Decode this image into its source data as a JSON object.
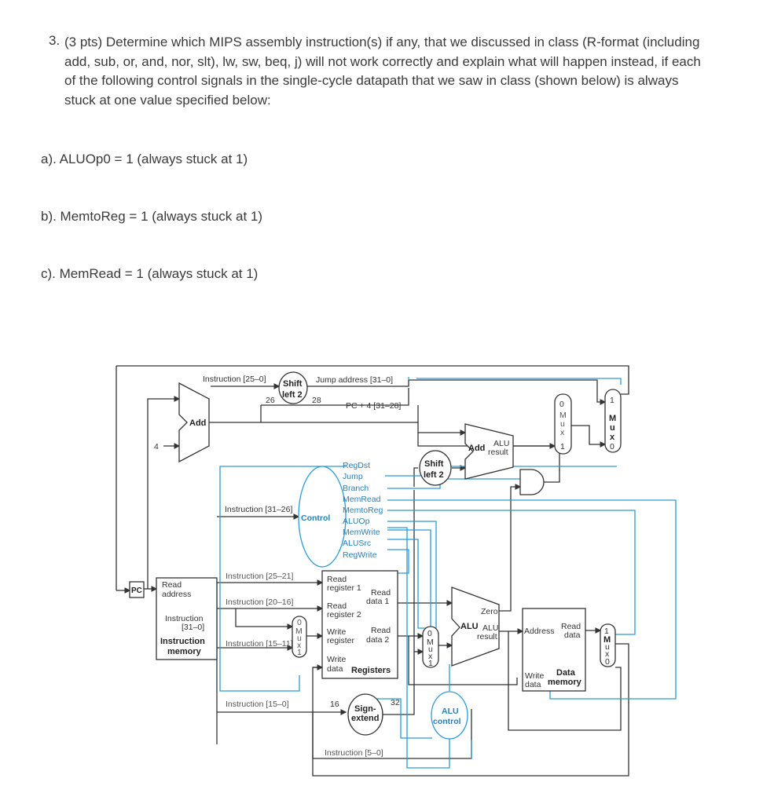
{
  "question": {
    "number": "3.",
    "text": "(3 pts) Determine which MIPS assembly instruction(s) if any, that we discussed in class (R-format (including add, sub, or, and, nor, slt), lw, sw, beq, j) will not work correctly and explain what will happen instead, if each of the following control signals in the single-cycle datapath that we saw in class (shown below) is always stuck at one value specified below:"
  },
  "parts": [
    {
      "label": "a). ALUOp0 = 1 (always stuck at 1)"
    },
    {
      "label": "b). MemtoReg = 1 (always stuck at 1)"
    },
    {
      "label": "c). MemRead = 1 (always stuck at 1)"
    }
  ],
  "diagram": {
    "instr_25_0": "Instruction [25–0]",
    "shift_left2_top": "Shift",
    "shift_left2_bot": "left 2",
    "n26": "26",
    "n28": "28",
    "jump_address": "Jump address [31–0]",
    "pc4": "PC + 4 [31–28]",
    "add": "Add",
    "four": "4",
    "add_alu": "Add",
    "alu_result_top": "ALU",
    "alu_result_bot": "result",
    "shift2_top": "Shift",
    "shift2_bot": "left 2",
    "control_signals": [
      "RegDst",
      "Jump",
      "Branch",
      "MemRead",
      "MemtoReg",
      "ALUOp",
      "MemWrite",
      "ALUSrc",
      "RegWrite"
    ],
    "control": "Control",
    "instr_31_26": "Instruction [31–26]",
    "pc": "PC",
    "read_address_1": "Read",
    "read_address_2": "address",
    "instruction_31_0_a": "Instruction",
    "instruction_31_0_b": "[31–0]",
    "imem_a": "Instruction",
    "imem_b": "memory",
    "instr_25_21": "Instruction [25–21]",
    "instr_20_16": "Instruction [20–16]",
    "instr_15_11": "Instruction [15–11]",
    "instr_15_0": "Instruction [15–0]",
    "instr_5_0": "Instruction [5–0]",
    "reg_read1_a": "Read",
    "reg_read1_b": "register 1",
    "reg_read2_a": "Read",
    "reg_read2_b": "register 2",
    "reg_write_a": "Write",
    "reg_write_b": "register",
    "reg_wdata_a": "Write",
    "reg_wdata_b": "data",
    "registers": "Registers",
    "read_data1_a": "Read",
    "read_data1_b": "data 1",
    "read_data2_a": "Read",
    "read_data2_b": "data 2",
    "n16": "16",
    "n32": "32",
    "sign_a": "Sign-",
    "sign_b": "extend",
    "alu_control_a": "ALU",
    "alu_control_b": "control",
    "zero": "Zero",
    "alu": "ALU",
    "alu_res_a": "ALU",
    "alu_res_b": "result",
    "address": "Address",
    "dm_read_a": "Read",
    "dm_read_b": "data",
    "dm_write_a": "Write",
    "dm_write_b": "data",
    "dm_a": "Data",
    "dm_b": "memory",
    "mux_letters": [
      "M",
      "u",
      "x"
    ],
    "zero_label": "0",
    "one_label": "1",
    "control_line_color": "#2a9bd6"
  }
}
